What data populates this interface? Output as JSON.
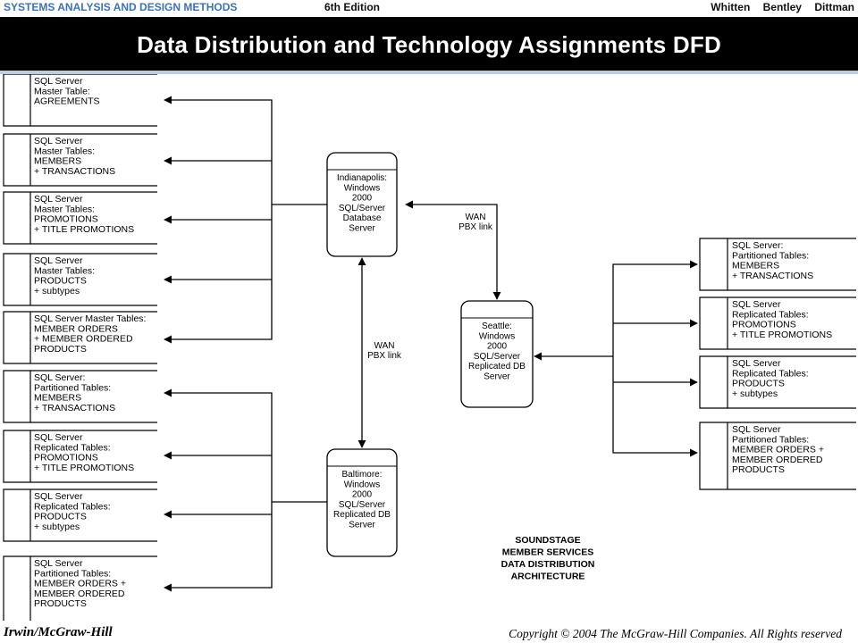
{
  "header": {
    "book_title": "SYSTEMS ANALYSIS AND DESIGN METHODS",
    "edition": "6th Edition",
    "authors": [
      "Whitten",
      "Bentley",
      "Dittman"
    ]
  },
  "slide": {
    "title": "Data Distribution and Technology Assignments DFD"
  },
  "diagram": {
    "servers": {
      "indianapolis": [
        "Indianapolis:",
        "Windows",
        "2000",
        "SQL/Server",
        "Database",
        "Server"
      ],
      "baltimore": [
        "Baltimore:",
        "Windows",
        "2000",
        "SQL/Server",
        "Replicated DB",
        "Server"
      ],
      "seattle": [
        "Seattle:",
        "Windows",
        "2000",
        "SQL/Server",
        "Replicated DB",
        "Server"
      ]
    },
    "links": {
      "indianapolis_seattle": [
        "WAN",
        "PBX link"
      ],
      "indianapolis_baltimore": [
        "WAN",
        "PBX link"
      ]
    },
    "stores_left": [
      [
        "SQL Server",
        "Master Table:",
        "AGREEMENTS"
      ],
      [
        "SQL Server",
        "Master Tables:",
        "MEMBERS",
        "+ TRANSACTIONS"
      ],
      [
        "SQL Server",
        "Master Tables:",
        "PROMOTIONS",
        "+ TITLE PROMOTIONS"
      ],
      [
        "SQL Server",
        "Master Tables:",
        "PRODUCTS",
        "+ subtypes"
      ],
      [
        "SQL Server Master Tables:",
        "MEMBER ORDERS",
        "+ MEMBER ORDERED",
        "PRODUCTS"
      ],
      [
        "SQL Server:",
        "Partitioned Tables:",
        "MEMBERS",
        "+ TRANSACTIONS"
      ],
      [
        "SQL Server",
        "Replicated Tables:",
        "PROMOTIONS",
        "+ TITLE PROMOTIONS"
      ],
      [
        "SQL Server",
        "Replicated Tables:",
        "PRODUCTS",
        "+ subtypes"
      ],
      [
        "SQL Server",
        "Partitioned Tables:",
        "MEMBER ORDERS +",
        "MEMBER ORDERED",
        "PRODUCTS"
      ]
    ],
    "stores_right": [
      [
        "SQL Server:",
        "Partitioned Tables:",
        "MEMBERS",
        "+ TRANSACTIONS"
      ],
      [
        "SQL Server",
        "Replicated Tables:",
        "PROMOTIONS",
        "+ TITLE PROMOTIONS"
      ],
      [
        "SQL Server",
        "Replicated Tables:",
        "PRODUCTS",
        "+ subtypes"
      ],
      [
        "SQL Server",
        "Partitioned Tables:",
        "MEMBER ORDERS +",
        "MEMBER ORDERED",
        "PRODUCTS"
      ]
    ],
    "caption": [
      "SOUNDSTAGE",
      "MEMBER SERVICES",
      "DATA DISTRIBUTION",
      "ARCHITECTURE"
    ]
  },
  "footer": {
    "publisher": "Irwin/McGraw-Hill",
    "copyright": "Copyright © 2004 The McGraw-Hill Companies. All Rights reserved"
  },
  "colors": {
    "book_title": "#3b73b9",
    "title_bar": "#000000",
    "divider": "#b9cfe0"
  }
}
